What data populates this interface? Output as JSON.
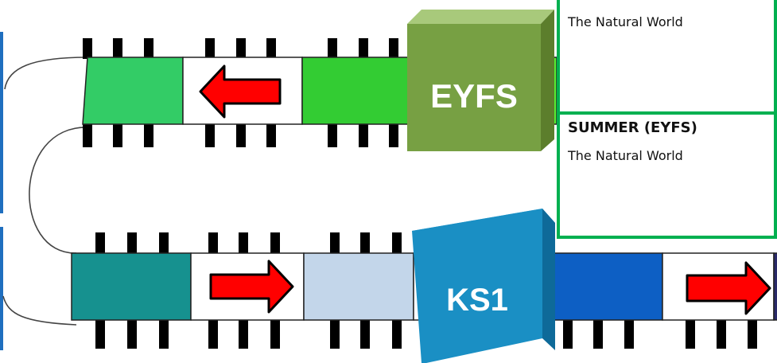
{
  "stages": {
    "eyfs_label": "EYFS",
    "ks1_label": "KS1"
  },
  "boxes": {
    "top": {
      "title": "",
      "topic": "The Natural World"
    },
    "summer": {
      "title": "SUMMER (EYFS)",
      "topic": "The Natural World"
    }
  },
  "colors": {
    "track_sleeper": "#000000",
    "eyfs_cube": "#77a043",
    "ks1_cube": "#1a8fc4",
    "row1_cells": [
      "#33cc66",
      "#ffffff",
      "#33cc33",
      "#55ee33"
    ],
    "row2_cells": [
      "#16918f",
      "#ffffff",
      "#c3d6ea",
      "#0d5fc4",
      "#ffffff"
    ],
    "arrow_fill": "#ff0000",
    "box_border": "#00b050",
    "left_bar": "#1f6fbf"
  },
  "icons": [
    "arrow-left-icon",
    "arrow-right-icon",
    "eyfs-cube-icon",
    "ks1-cube-icon"
  ]
}
